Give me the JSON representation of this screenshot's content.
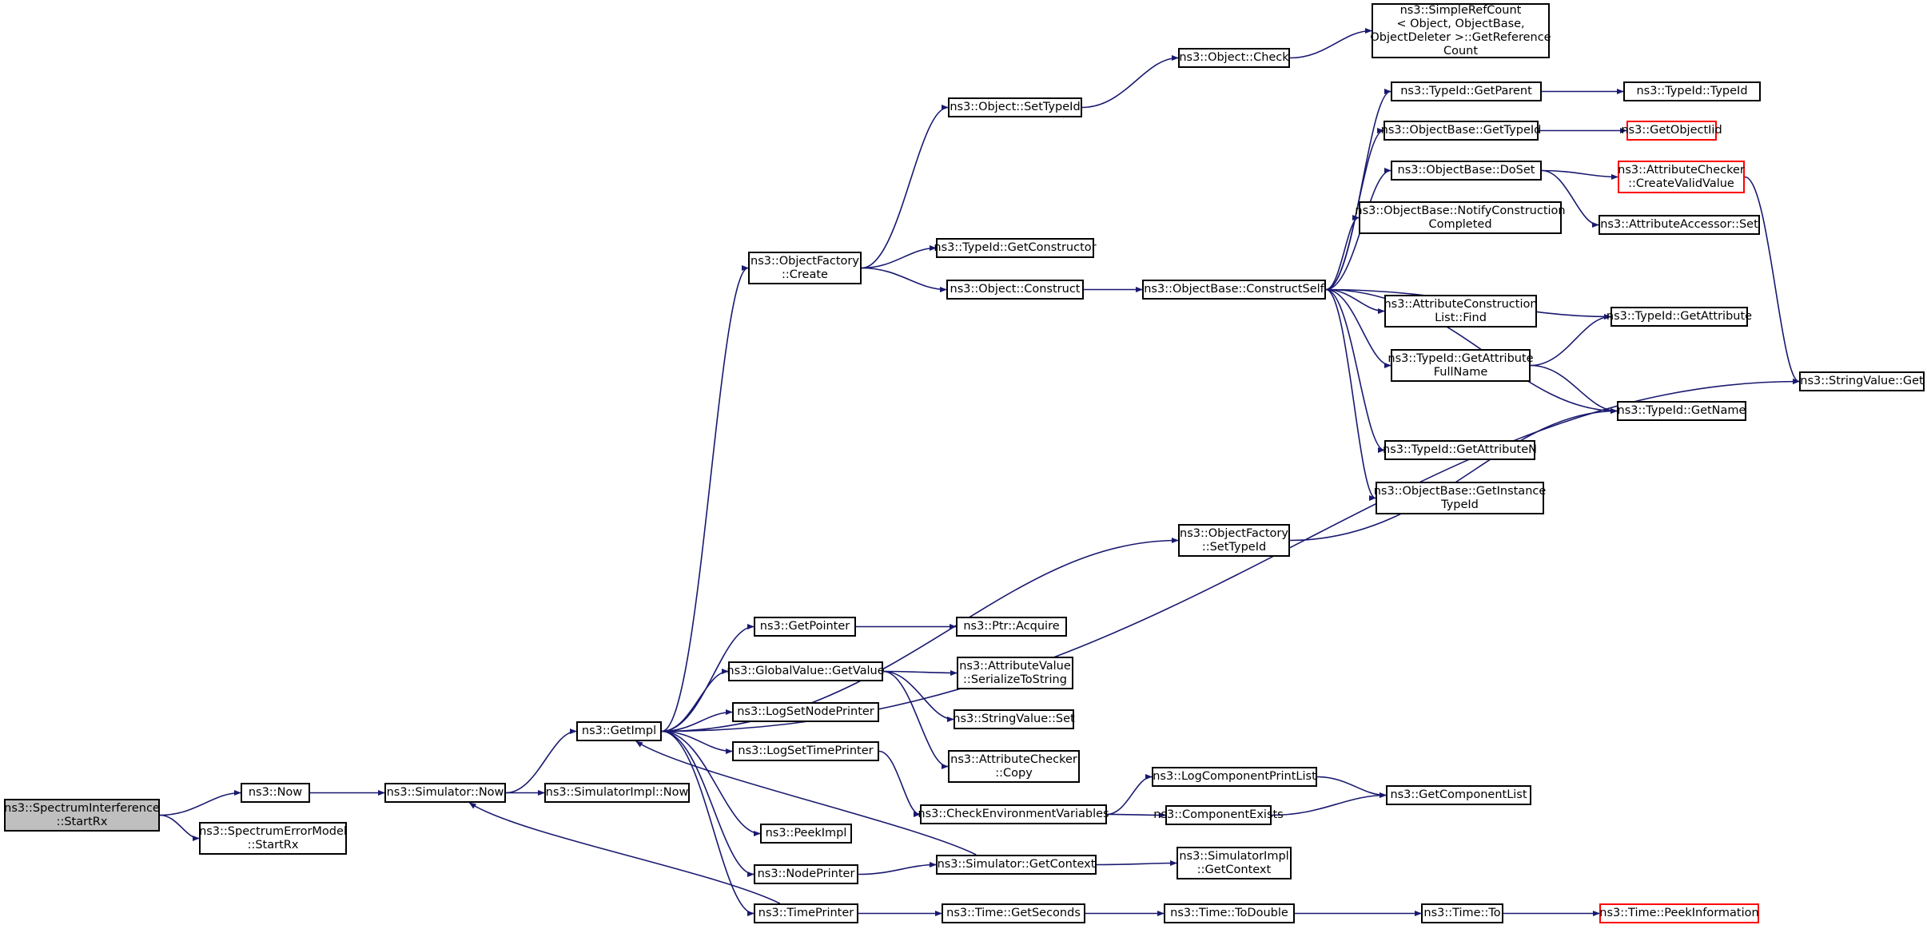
{
  "colors": {
    "edge": "#191970",
    "root_fill": "#bfbfbf",
    "unresolved_border": "#ff0000",
    "node_border": "#000000"
  },
  "nodes": [
    {
      "id": "root",
      "lines": [
        "ns3::SpectrumInterference",
        "::StartRx"
      ],
      "root": true
    },
    {
      "id": "now",
      "lines": [
        "ns3::Now"
      ]
    },
    {
      "id": "errstart",
      "lines": [
        "ns3::SpectrumErrorModel",
        "::StartRx"
      ]
    },
    {
      "id": "simnow",
      "lines": [
        "ns3::Simulator::Now"
      ]
    },
    {
      "id": "simimplnow",
      "lines": [
        "ns3::SimulatorImpl::Now"
      ]
    },
    {
      "id": "getimpl",
      "lines": [
        "ns3::GetImpl"
      ]
    },
    {
      "id": "ofcreate",
      "lines": [
        "ns3::ObjectFactory",
        "::Create"
      ]
    },
    {
      "id": "settypeid",
      "lines": [
        "ns3::Object::SetTypeId"
      ]
    },
    {
      "id": "objcheck",
      "lines": [
        "ns3::Object::Check"
      ]
    },
    {
      "id": "refcount",
      "lines": [
        "ns3::SimpleRefCount",
        "< Object, ObjectBase,",
        "ObjectDeleter >::GetReference",
        "Count"
      ]
    },
    {
      "id": "getctor",
      "lines": [
        "ns3::TypeId::GetConstructor"
      ]
    },
    {
      "id": "construct",
      "lines": [
        "ns3::Object::Construct"
      ]
    },
    {
      "id": "constructself",
      "lines": [
        "ns3::ObjectBase::ConstructSelf"
      ]
    },
    {
      "id": "getparent",
      "lines": [
        "ns3::TypeId::GetParent"
      ]
    },
    {
      "id": "typeid",
      "lines": [
        "ns3::TypeId::TypeId"
      ]
    },
    {
      "id": "gettypeid",
      "lines": [
        "ns3::ObjectBase::GetTypeId"
      ]
    },
    {
      "id": "getobjectiid",
      "lines": [
        "ns3::GetObjectIid"
      ],
      "unresolved": true
    },
    {
      "id": "doset",
      "lines": [
        "ns3::ObjectBase::DoSet"
      ]
    },
    {
      "id": "createvalid",
      "lines": [
        "ns3::AttributeChecker",
        "::CreateValidValue"
      ],
      "unresolved": true
    },
    {
      "id": "accset",
      "lines": [
        "ns3::AttributeAccessor::Set"
      ]
    },
    {
      "id": "notify",
      "lines": [
        "ns3::ObjectBase::NotifyConstruction",
        "Completed"
      ]
    },
    {
      "id": "acfind",
      "lines": [
        "ns3::AttributeConstruction",
        "List::Find"
      ]
    },
    {
      "id": "getattribute",
      "lines": [
        "ns3::TypeId::GetAttribute"
      ]
    },
    {
      "id": "getattrfull",
      "lines": [
        "ns3::TypeId::GetAttribute",
        "FullName"
      ]
    },
    {
      "id": "stringget",
      "lines": [
        "ns3::StringValue::Get"
      ]
    },
    {
      "id": "getname",
      "lines": [
        "ns3::TypeId::GetName"
      ]
    },
    {
      "id": "getattrn",
      "lines": [
        "ns3::TypeId::GetAttributeN"
      ]
    },
    {
      "id": "getinstance",
      "lines": [
        "ns3::ObjectBase::GetInstance",
        "TypeId"
      ]
    },
    {
      "id": "ofsettypeid",
      "lines": [
        "ns3::ObjectFactory",
        "::SetTypeId"
      ]
    },
    {
      "id": "getpointer",
      "lines": [
        "ns3::GetPointer"
      ]
    },
    {
      "id": "ptracquire",
      "lines": [
        "ns3::Ptr::Acquire"
      ]
    },
    {
      "id": "gvgetvalue",
      "lines": [
        "ns3::GlobalValue::GetValue"
      ]
    },
    {
      "id": "serialize",
      "lines": [
        "ns3::AttributeValue",
        "::SerializeToString"
      ]
    },
    {
      "id": "stringset",
      "lines": [
        "ns3::StringValue::Set"
      ]
    },
    {
      "id": "logsetnode",
      "lines": [
        "ns3::LogSetNodePrinter"
      ]
    },
    {
      "id": "accopy",
      "lines": [
        "ns3::AttributeChecker",
        "::Copy"
      ]
    },
    {
      "id": "logsettime",
      "lines": [
        "ns3::LogSetTimePrinter"
      ]
    },
    {
      "id": "logcomplist",
      "lines": [
        "ns3::LogComponentPrintList"
      ]
    },
    {
      "id": "getcomplist",
      "lines": [
        "ns3::GetComponentList"
      ]
    },
    {
      "id": "checkenv",
      "lines": [
        "ns3::CheckEnvironmentVariables"
      ]
    },
    {
      "id": "compexists",
      "lines": [
        "ns3::ComponentExists"
      ]
    },
    {
      "id": "peekimpl",
      "lines": [
        "ns3::PeekImpl"
      ]
    },
    {
      "id": "nodeprinter",
      "lines": [
        "ns3::NodePrinter"
      ]
    },
    {
      "id": "simgetctx",
      "lines": [
        "ns3::Simulator::GetContext"
      ]
    },
    {
      "id": "simimplctx",
      "lines": [
        "ns3::SimulatorImpl",
        "::GetContext"
      ]
    },
    {
      "id": "timeprinter",
      "lines": [
        "ns3::TimePrinter"
      ]
    },
    {
      "id": "timegetsec",
      "lines": [
        "ns3::Time::GetSeconds"
      ]
    },
    {
      "id": "timetodouble",
      "lines": [
        "ns3::Time::ToDouble"
      ]
    },
    {
      "id": "timeto",
      "lines": [
        "ns3::Time::To"
      ]
    },
    {
      "id": "peekinfo",
      "lines": [
        "ns3::Time::PeekInformation"
      ],
      "unresolved": true
    }
  ],
  "edges": [
    [
      "root",
      "now"
    ],
    [
      "root",
      "errstart"
    ],
    [
      "now",
      "simnow"
    ],
    [
      "simnow",
      "simimplnow"
    ],
    [
      "simnow",
      "getimpl"
    ],
    [
      "getimpl",
      "ofcreate"
    ],
    [
      "getimpl",
      "ofsettypeid"
    ],
    [
      "getimpl",
      "stringget"
    ],
    [
      "getimpl",
      "getpointer"
    ],
    [
      "getimpl",
      "gvgetvalue"
    ],
    [
      "getimpl",
      "logsetnode"
    ],
    [
      "getimpl",
      "logsettime"
    ],
    [
      "getimpl",
      "peekimpl"
    ],
    [
      "getimpl",
      "nodeprinter"
    ],
    [
      "getimpl",
      "timeprinter"
    ],
    [
      "ofcreate",
      "settypeid"
    ],
    [
      "ofcreate",
      "getctor"
    ],
    [
      "ofcreate",
      "construct"
    ],
    [
      "settypeid",
      "objcheck"
    ],
    [
      "objcheck",
      "refcount"
    ],
    [
      "construct",
      "constructself"
    ],
    [
      "constructself",
      "getparent"
    ],
    [
      "constructself",
      "gettypeid"
    ],
    [
      "constructself",
      "doset"
    ],
    [
      "constructself",
      "notify"
    ],
    [
      "constructself",
      "acfind"
    ],
    [
      "constructself",
      "getattribute"
    ],
    [
      "constructself",
      "getattrfull"
    ],
    [
      "constructself",
      "getname"
    ],
    [
      "constructself",
      "getattrn"
    ],
    [
      "constructself",
      "getinstance"
    ],
    [
      "getparent",
      "typeid"
    ],
    [
      "gettypeid",
      "getobjectiid"
    ],
    [
      "doset",
      "createvalid"
    ],
    [
      "doset",
      "accset"
    ],
    [
      "createvalid",
      "stringget"
    ],
    [
      "getattrfull",
      "getattribute"
    ],
    [
      "getattrfull",
      "getname"
    ],
    [
      "ofsettypeid",
      "getname"
    ],
    [
      "getpointer",
      "ptracquire"
    ],
    [
      "gvgetvalue",
      "serialize"
    ],
    [
      "gvgetvalue",
      "stringset"
    ],
    [
      "gvgetvalue",
      "accopy"
    ],
    [
      "logsettime",
      "checkenv"
    ],
    [
      "checkenv",
      "logcomplist"
    ],
    [
      "checkenv",
      "compexists"
    ],
    [
      "logcomplist",
      "getcomplist"
    ],
    [
      "compexists",
      "getcomplist"
    ],
    [
      "nodeprinter",
      "simgetctx"
    ],
    [
      "simgetctx",
      "simimplctx"
    ],
    [
      "simgetctx",
      "getimpl"
    ],
    [
      "timeprinter",
      "timegetsec"
    ],
    [
      "timeprinter",
      "simnow"
    ],
    [
      "timegetsec",
      "timetodouble"
    ],
    [
      "timetodouble",
      "timeto"
    ],
    [
      "timeto",
      "peekinfo"
    ]
  ]
}
